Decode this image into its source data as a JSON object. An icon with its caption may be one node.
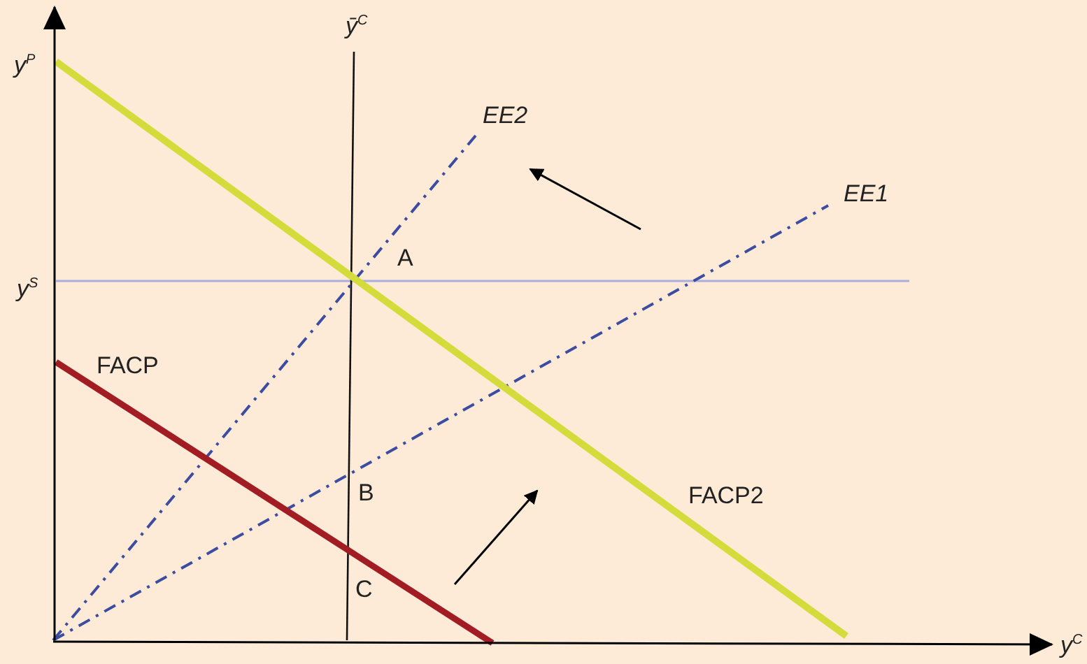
{
  "diagram": {
    "labels": [
      "ȳ$^{C}$",
      "y$^{P}$",
      "EE2",
      "EE1",
      "A",
      "y$^{S}$",
      "FACP",
      "B",
      "FACP2",
      "C",
      "y$^{C}$"
    ]
  }
}
